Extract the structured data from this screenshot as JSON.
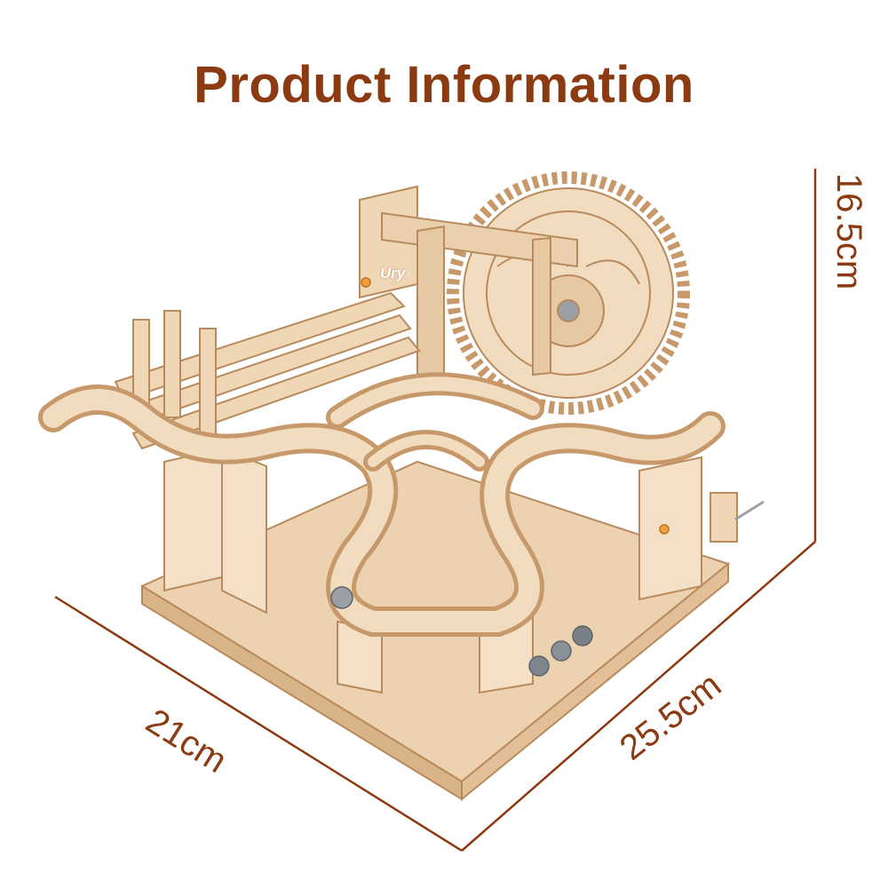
{
  "title": "Product Information",
  "dimensions": {
    "width": "21cm",
    "depth": "25.5cm",
    "height": "16.5cm"
  },
  "watermark": "Ury",
  "colors": {
    "accent": "#8b3a12",
    "wood_light": "#f1dcc0",
    "wood_mid": "#e2bf96",
    "wood_dark": "#b88a5c",
    "marble": "#8a8f96"
  }
}
